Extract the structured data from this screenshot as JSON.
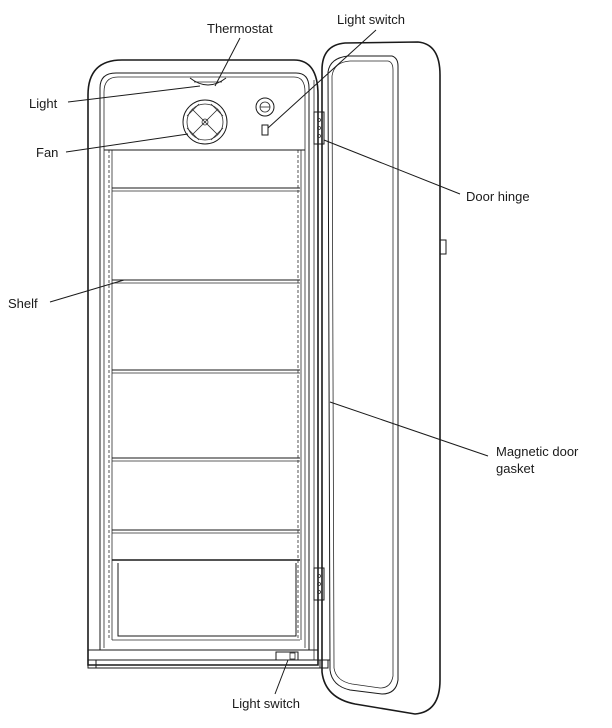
{
  "labels": {
    "thermostat": "Thermostat",
    "light_switch_top": "Light switch",
    "light": "Light",
    "fan": "Fan",
    "door_hinge": "Door hinge",
    "shelf": "Shelf",
    "magnetic_door_gasket_1": "Magnetic door",
    "magnetic_door_gasket_2": "gasket",
    "light_switch_bottom": "Light switch"
  },
  "colors": {
    "line": "#1a1a1a",
    "background": "#ffffff"
  }
}
